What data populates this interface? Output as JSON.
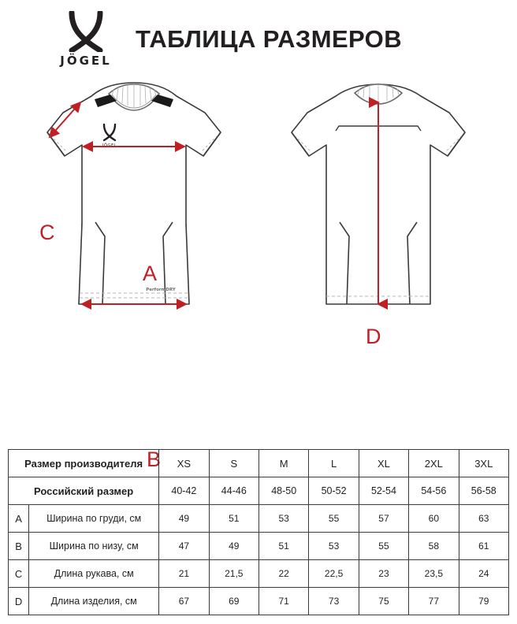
{
  "header": {
    "brand_word": "JÖGEL",
    "logo_icon": "jogel-logo-icon",
    "title": "ТАБЛИЦА РАЗМЕРОВ"
  },
  "illustration": {
    "front": {
      "name": "tshirt-front-view",
      "chest_logo": "jogel-chest-logo-icon",
      "hem_text": "PerformDRY"
    },
    "back": {
      "name": "tshirt-back-view"
    },
    "measure_labels": {
      "a": "A",
      "b": "B",
      "c": "C",
      "d": "D"
    },
    "arrow_color": "#bf2026"
  },
  "table": {
    "manufacturer_size_label": "Размер производителя",
    "russian_size_label": "Российский размер",
    "sizes": [
      "XS",
      "S",
      "M",
      "L",
      "XL",
      "2XL",
      "3XL"
    ],
    "russian_sizes": [
      "40-42",
      "44-46",
      "48-50",
      "50-52",
      "52-54",
      "54-56",
      "56-58"
    ],
    "rows": [
      {
        "letter": "A",
        "description": "Ширина по груди, см",
        "values": [
          "49",
          "51",
          "53",
          "55",
          "57",
          "60",
          "63"
        ]
      },
      {
        "letter": "B",
        "description": "Ширина по низу, см",
        "values": [
          "47",
          "49",
          "51",
          "53",
          "55",
          "58",
          "61"
        ]
      },
      {
        "letter": "C",
        "description": "Длина рукава, см",
        "values": [
          "21",
          "21,5",
          "22",
          "22,5",
          "23",
          "23,5",
          "24"
        ]
      },
      {
        "letter": "D",
        "description": "Длина изделия, см",
        "values": [
          "67",
          "69",
          "71",
          "73",
          "75",
          "77",
          "79"
        ]
      }
    ]
  }
}
